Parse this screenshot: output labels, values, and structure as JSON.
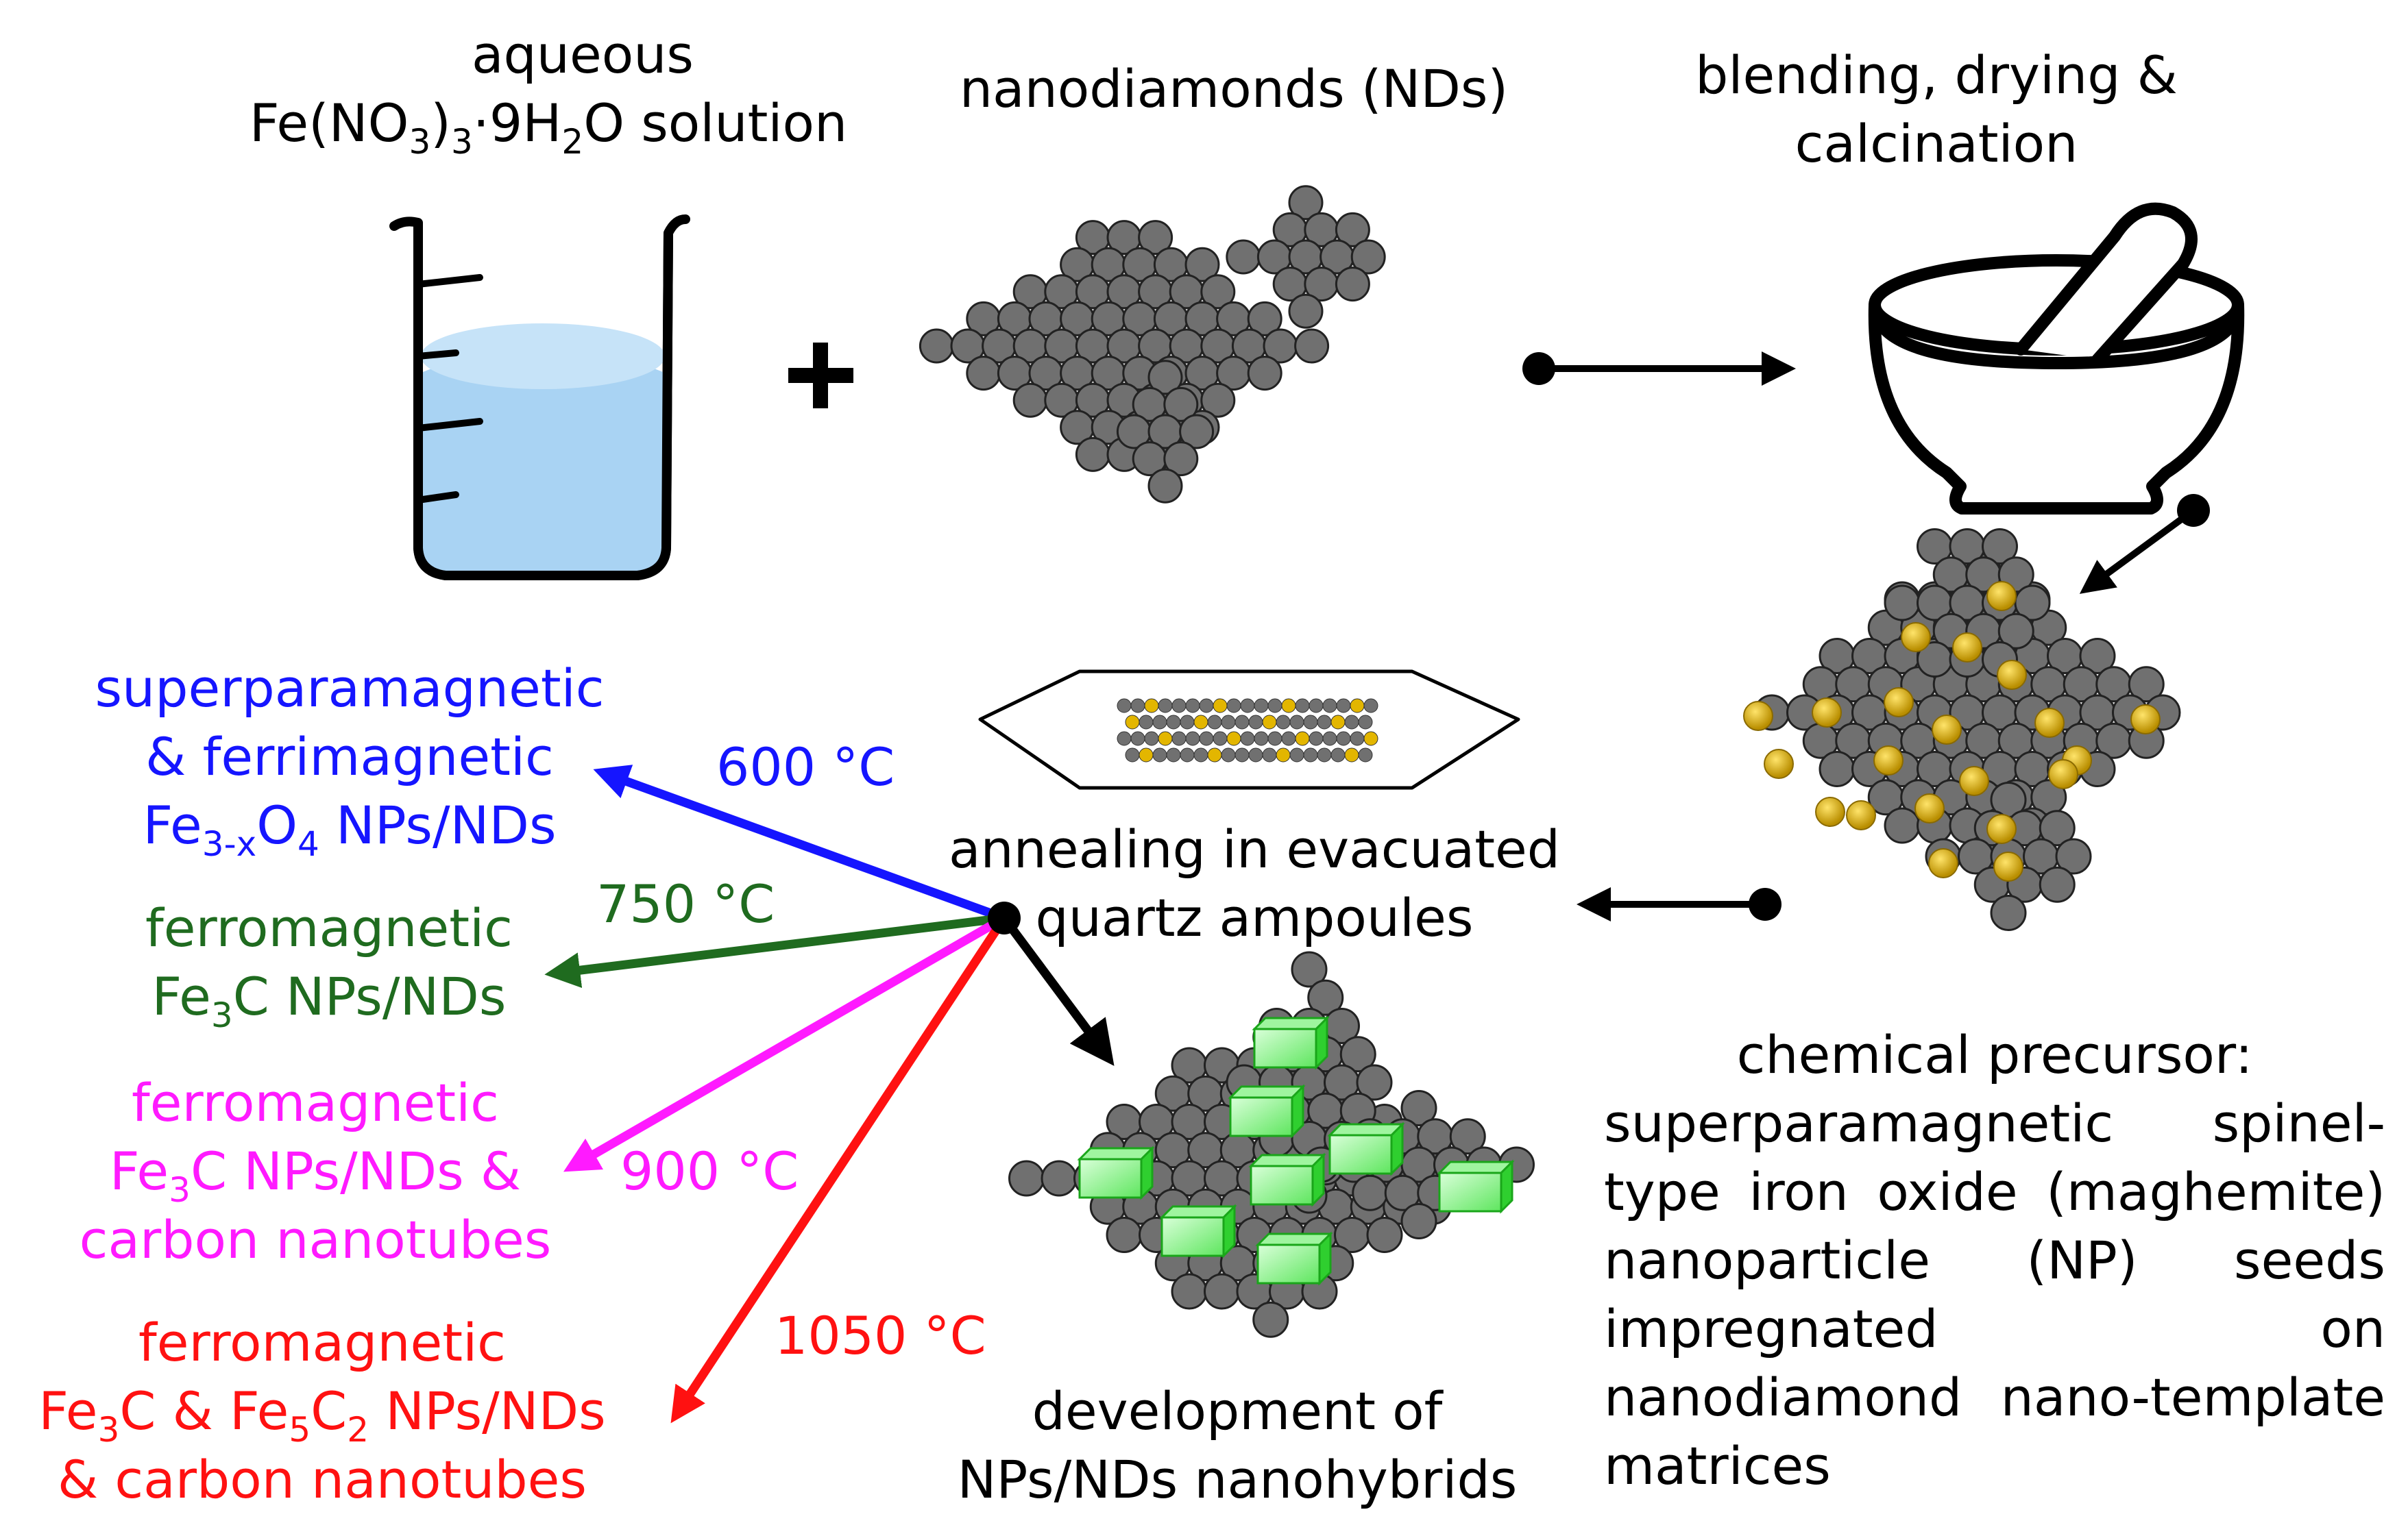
{
  "labels": {
    "aqueous": "aqueous",
    "solution_formula": [
      "Fe(NO",
      "3",
      ")",
      "3",
      "·9H",
      "2",
      "O solution"
    ],
    "nanodiamonds": "nanodiamonds (NDs)",
    "blending_1": "blending, drying &",
    "blending_2": "calcination",
    "plus": "+",
    "annealing_1": "annealing in evacuated",
    "annealing_2": "quartz ampoules",
    "development_1": "development of",
    "development_2": "NPs/NDs nanohybrids",
    "precursor_title": "chemical precursor:",
    "precursor_text": "superparamagnetic spinel-type iron oxide (maghemite) nanoparticle (NP) seeds impregnated on nanodiamond nano-template matrices"
  },
  "products": [
    {
      "temperature": "600 °C",
      "color": "#1515ff",
      "line1": "superparamagnetic",
      "line2": "& ferrimagnetic",
      "line3": [
        "Fe",
        "3-x",
        "O",
        "4",
        " NPs/NDs"
      ]
    },
    {
      "temperature": "750 °C",
      "color": "#1f6b1f",
      "line1": "ferromagnetic",
      "line2": [
        "Fe",
        "3",
        "C NPs/NDs"
      ]
    },
    {
      "temperature": "900 °C",
      "color": "#ff1aff",
      "line1": "ferromagnetic",
      "line2": [
        "Fe",
        "3",
        "C NPs/NDs &"
      ],
      "line3": "carbon nanotubes"
    },
    {
      "temperature": "1050 °C",
      "color": "#ff1111",
      "line1": "ferromagnetic",
      "line2": [
        "Fe",
        "3",
        "C & Fe",
        "5",
        "C",
        "2",
        " NPs/NDs"
      ],
      "line3": "& carbon nanotubes"
    }
  ],
  "colors": {
    "nanodiamond": "#707070",
    "iron_oxide_seed": "#e3b600",
    "nanoparticle_crystal": "#3fe23f",
    "liquid": "#a9d3f3",
    "outline": "#000000"
  },
  "icons": [
    "beaker-icon",
    "mortar-pestle-icon",
    "quartz-ampoule-icon"
  ]
}
